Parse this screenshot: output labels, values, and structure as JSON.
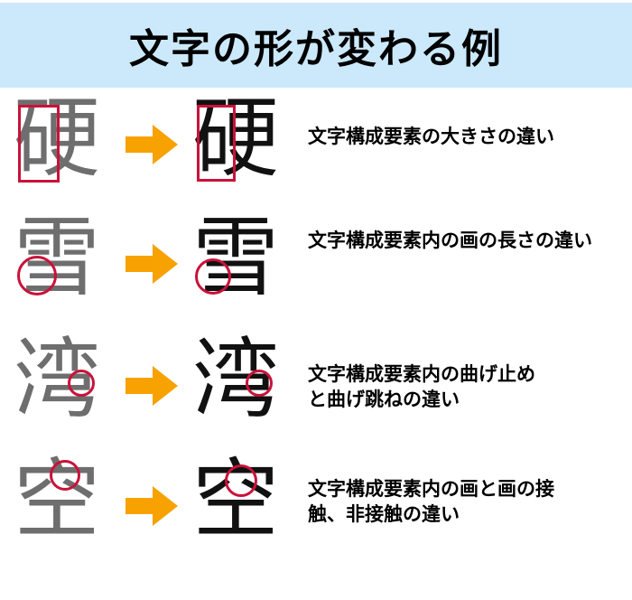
{
  "title": "文字の形が変わる例",
  "colors": {
    "header_bg": "#cbe9fb",
    "arrow": "#f7a200",
    "annotation": "#c9123a",
    "glyph_before": "#6e6e6e",
    "glyph_after": "#111111"
  },
  "rows": [
    {
      "char_before": "硬",
      "char_after": "硬",
      "annotation_shape": "rectangle",
      "annotation_target": "left-radical",
      "description_lines": [
        "文字構成要素の大きさの違い"
      ]
    },
    {
      "char_before": "雪",
      "char_after": "雪",
      "annotation_shape": "circle",
      "annotation_target": "lower-left-strokes",
      "description_lines": [
        "文字構成要素内の画の長さの違い"
      ]
    },
    {
      "char_before": "湾",
      "char_after": "湾",
      "annotation_shape": "circle",
      "annotation_target": "middle-bend-stroke",
      "description_lines": [
        "文字構成要素内の曲げ止め",
        "と曲げ跳ねの違い"
      ]
    },
    {
      "char_before": "空",
      "char_after": "空",
      "annotation_shape": "circle",
      "annotation_target": "top-dot-and-roof",
      "description_lines": [
        "文字構成要素内の画と画の接",
        "触、非接触の違い"
      ]
    }
  ]
}
